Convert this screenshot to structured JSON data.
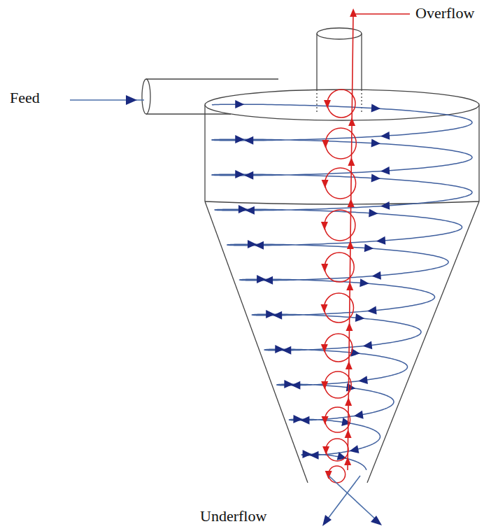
{
  "diagram": {
    "labels": [
      "Overflow",
      "Feed",
      "Underflow"
    ]
  }
}
